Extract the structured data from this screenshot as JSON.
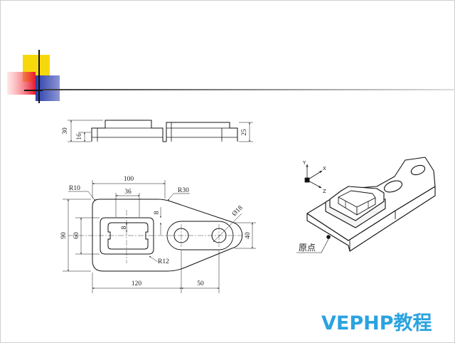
{
  "top_view": {
    "dims": [
      "30",
      "16",
      "25"
    ]
  },
  "front_view": {
    "dims": [
      "100",
      "36",
      "R10",
      "R30",
      "8",
      "8",
      "Ø18",
      "90",
      "60",
      "40",
      "R12",
      "120",
      "50"
    ]
  },
  "iso_view": {
    "axis_labels": [
      "Y",
      "X",
      "Z"
    ],
    "origin_label": "原点"
  },
  "brand": {
    "text": "VEPHP教程",
    "color": "#2aa3e0"
  },
  "decor": {
    "colors": [
      "#f5d90c",
      "#e8162d",
      "#2b3fa8"
    ]
  }
}
